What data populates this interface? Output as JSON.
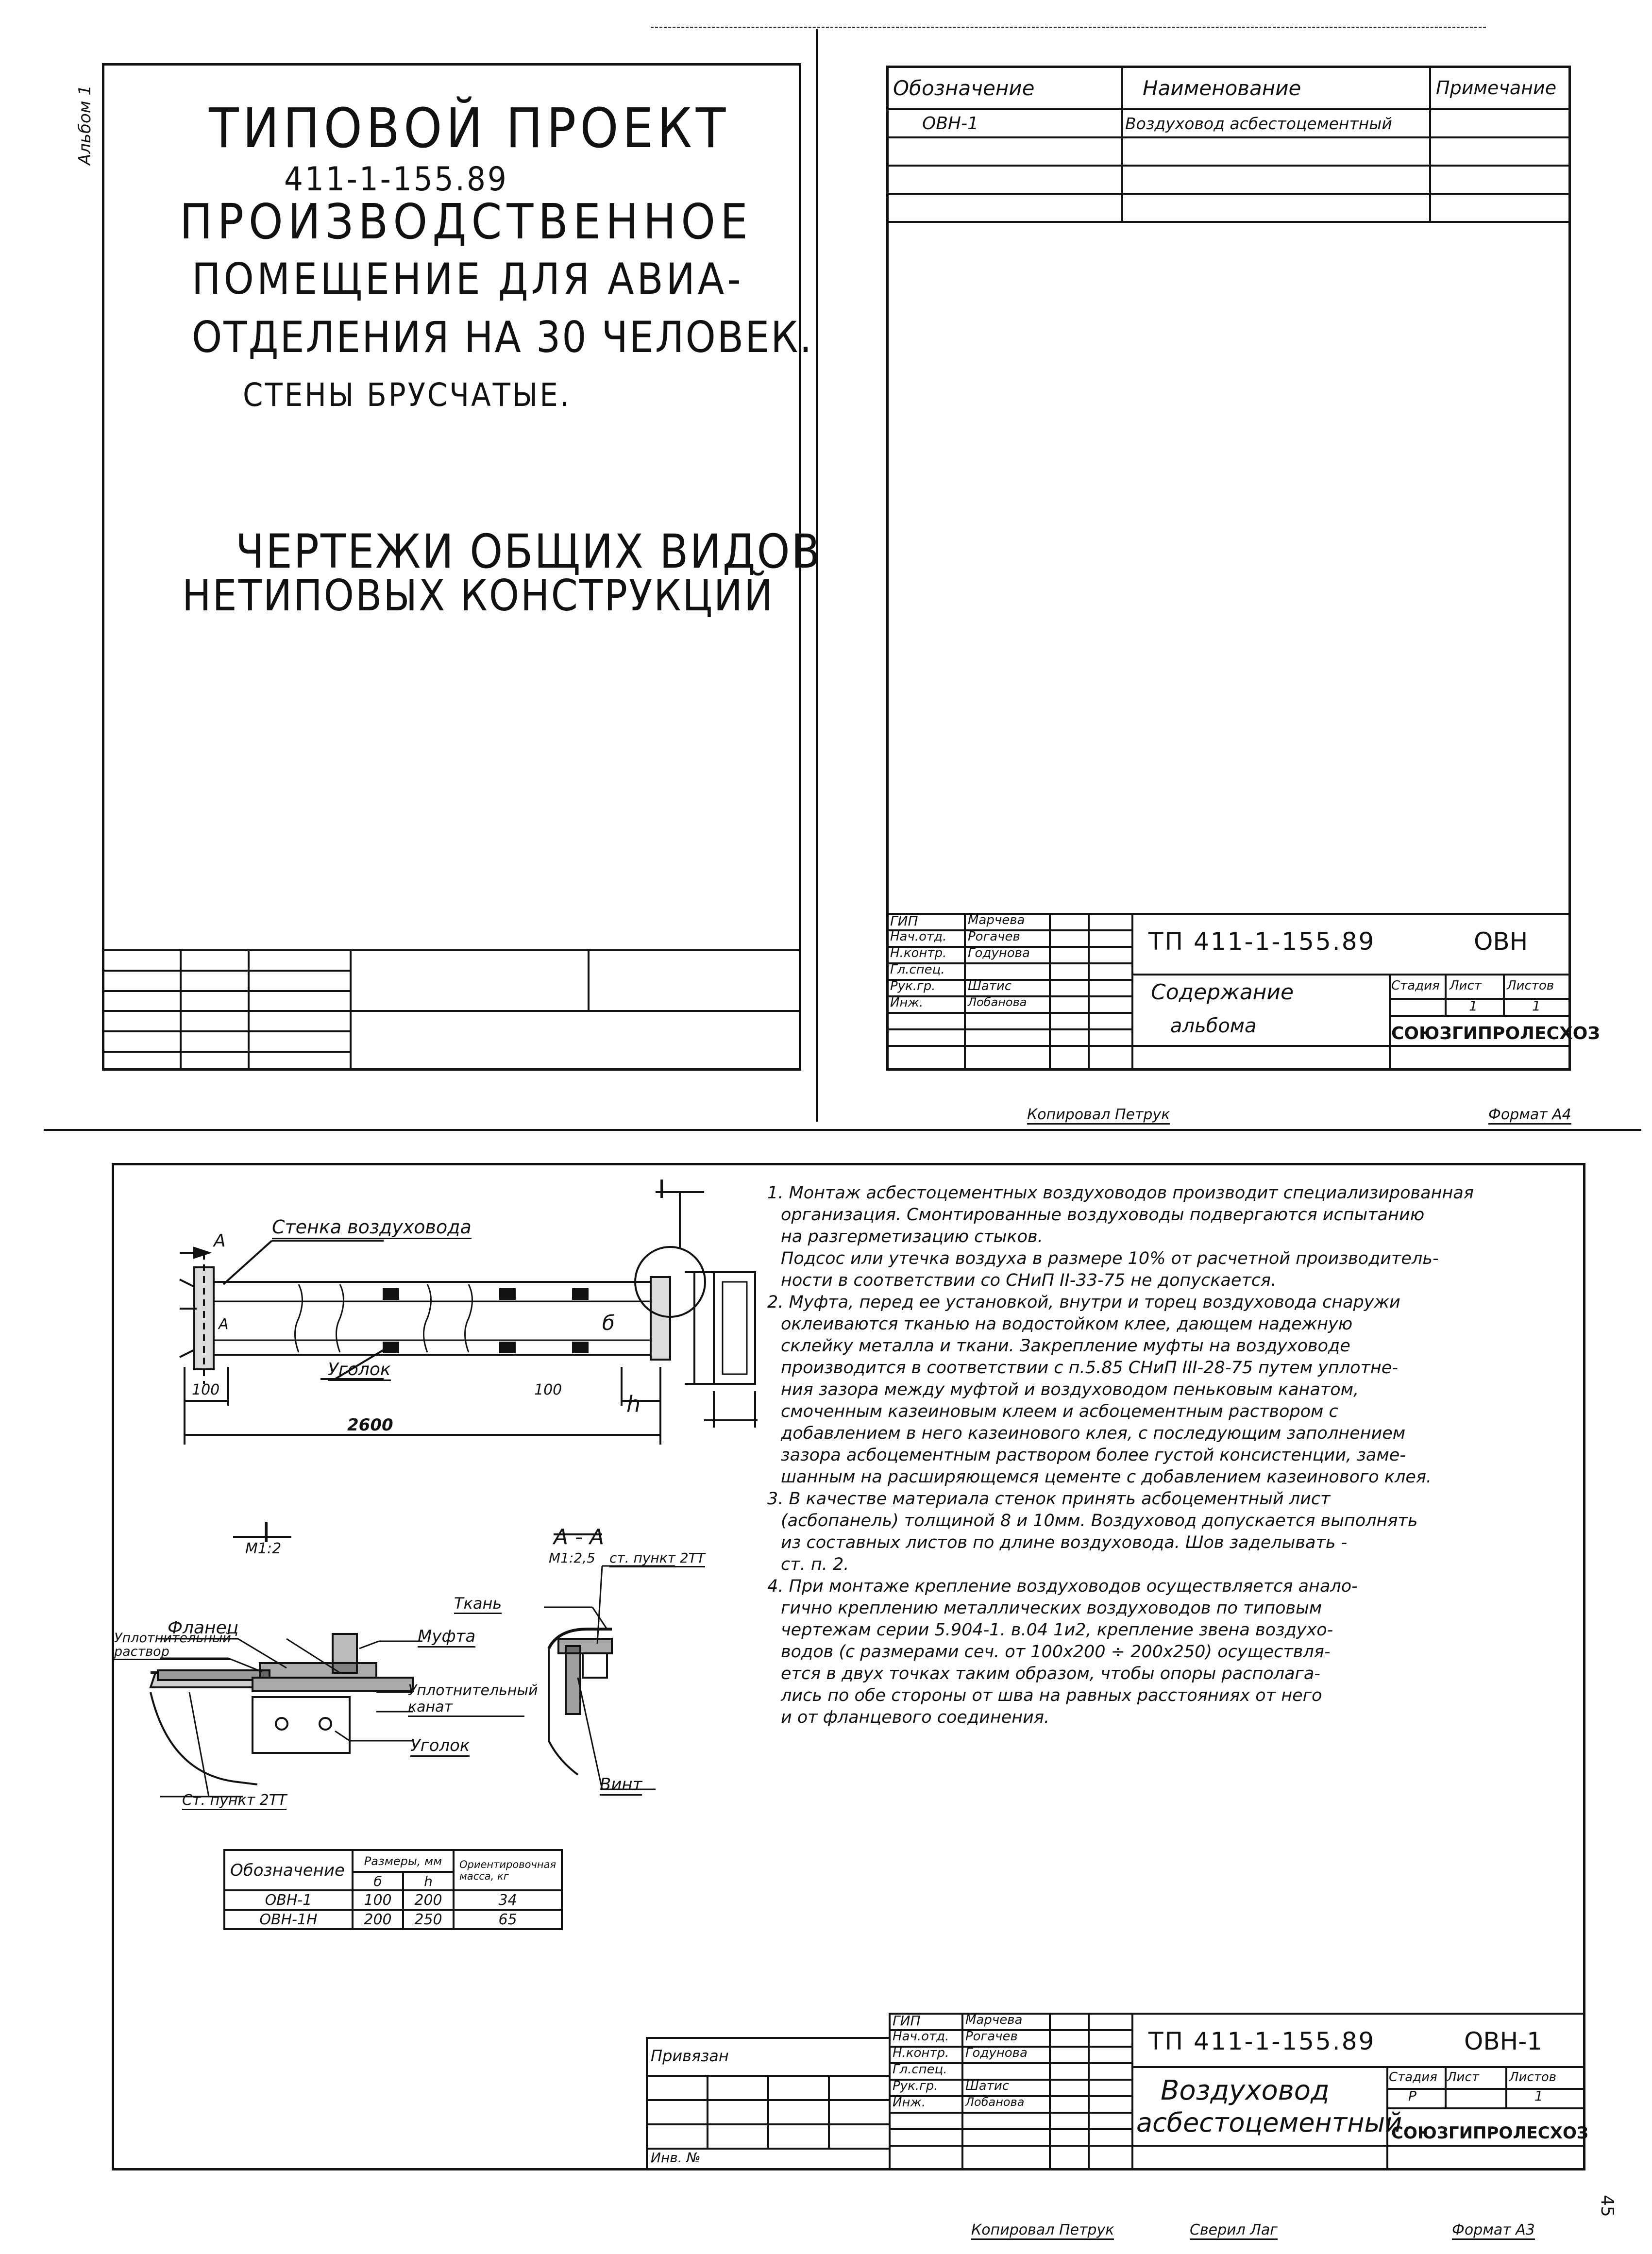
{
  "cover": {
    "album_label": "Альбом 1",
    "line1": "ТИПОВОЙ ПРОЕКТ",
    "line2": "411-1-155.89",
    "line3": "ПРОИЗВОДСТВЕННОЕ",
    "line4": "ПОМЕЩЕНИЕ ДЛЯ АВИА-",
    "line5": "ОТДЕЛЕНИЯ НА 30 ЧЕЛОВЕК.",
    "line6": "СТЕНЫ БРУСЧАТЫЕ.",
    "line7": "ЧЕРТЕЖИ ОБЩИХ ВИДОВ",
    "line8": "НЕТИПОВЫХ КОНСТРУКЦИЙ"
  },
  "contents": {
    "headers": [
      "Обозначение",
      "Наименование",
      "Примечание"
    ],
    "rows": [
      {
        "code": "ОВН-1",
        "name": "Воздуховод асбестоцементный"
      }
    ],
    "stamp": {
      "roles": [
        "ГИП",
        "Нач.отд.",
        "Н.контр.",
        "Гл.спец.",
        "Рук.гр.",
        "Инж."
      ],
      "names": [
        "Марчева",
        "Рогачев",
        "Годунова",
        "",
        "Шатис",
        "Лобанова"
      ],
      "project": "ТП 411-1-155.89",
      "mark": "ОВН",
      "title_l1": "Содержание",
      "title_l2": "альбома",
      "col_stage": "Стадия",
      "col_sheet": "Лист",
      "col_sheets": "Листов",
      "sheet": "1",
      "sheets": "1",
      "org": "СОЮЗГИПРОЛЕСХОЗ"
    },
    "copied": "Копировал Петрук",
    "format": "Формат А4"
  },
  "drawing": {
    "labels": {
      "duct_wall": "Стенка воздуховода",
      "section_mark": "I",
      "cut_a": "А",
      "angle": "Уголок",
      "dim_left": "100",
      "dim_right": "100",
      "dim_total": "2600",
      "dim_b": "б",
      "dim_h": "h",
      "view1_title": "I",
      "view1_scale": "М1:2",
      "view2_title": "А - А",
      "view2_scale": "М1:2,5",
      "flange": "Фланец",
      "seal_mortar": "Уплотнительный раствор",
      "coupling": "Муфта",
      "seal_rope": "Уплотнительный канат",
      "angle2": "Уголок",
      "item_left": "Ст. пункт 2ТТ",
      "fabric": "Ткань",
      "item_right": "ст. пункт 2ТТ",
      "screw": "Винт"
    },
    "spec": {
      "col_code": "Обозначение",
      "col_dims": "Размеры, мм",
      "col_b": "б",
      "col_h": "h",
      "col_mass": "Ориентировочная масса, кг",
      "rows": [
        {
          "code": "ОВН-1",
          "b": "100",
          "h": "200",
          "mass": "34"
        },
        {
          "code": "ОВН-1Н",
          "b": "200",
          "h": "250",
          "mass": "65"
        }
      ]
    },
    "notes": [
      "1. Монтаж асбестоцементных воздуховодов производит специализированная",
      "организация. Смонтированные воздуховоды подвергаются испытанию",
      "на разгерметизацию стыков.",
      "Подсос или утечка воздуха в размере 10% от расчетной производитель-",
      "ности в соответствии со СНиП II-33-75 не допускается.",
      "2. Муфта, перед ее установкой, внутри и торец воздуховода снаружи",
      "оклеиваются тканью на водостойком клее, дающем надежную",
      "склейку металла и ткани. Закрепление муфты на воздуховоде",
      "производится в соответствии с п.5.85 СНиП III-28-75 путем уплотне-",
      "ния зазора между муфтой и воздуховодом пеньковым канатом,",
      "смоченным казеиновым клеем и асбоцементным раствором с",
      "добавлением в него казеинового клея, с последующим заполнением",
      "зазора асбоцементным раствором более густой консистенции, заме-",
      "шанным на расширяющемся цементе с добавлением казеинового клея.",
      "3. В качестве материала стенок принять асбоцементный лист",
      "(асбопанель) толщиной 8 и 10мм. Воздуховод допускается выполнять",
      "из составных листов по длине воздуховода. Шов заделывать -",
      "ст. п. 2.",
      "4. При монтаже крепление воздуховодов осуществляется анало-",
      "гично креплению металлических воздуховодов по типовым",
      "чертежам серии 5.904-1. в.04 1и2, крепление звена воздухо-",
      "водов (с размерами сеч. от 100х200 ÷ 200х250) осуществля-",
      "ется в двух точках таким образом, чтобы опоры располага-",
      "лись по обе стороны от шва на равных расстояниях от него",
      "и от фланцевого соединения."
    ],
    "stamp": {
      "bind_label": "Привязан",
      "inv_label": "Инв. №",
      "roles": [
        "ГИП",
        "Нач.отд.",
        "Н.контр.",
        "Гл.спец.",
        "Рук.гр.",
        "Инж."
      ],
      "names": [
        "Марчева",
        "Рогачев",
        "Годунова",
        "",
        "Шатис",
        "Лобанова"
      ],
      "project": "ТП 411-1-155.89",
      "mark": "ОВН-1",
      "title_l1": "Воздуховод",
      "title_l2": "асбестоцементный",
      "col_stage": "Стадия",
      "col_sheet": "Лист",
      "col_sheets": "Листов",
      "stage": "Р",
      "sheet": "1",
      "org": "СОЮЗГИПРОЛЕСХОЗ"
    },
    "copied": "Копировал Петрук",
    "checked": "Сверил Лаг",
    "format": "Формат А3",
    "page_no": "45"
  }
}
